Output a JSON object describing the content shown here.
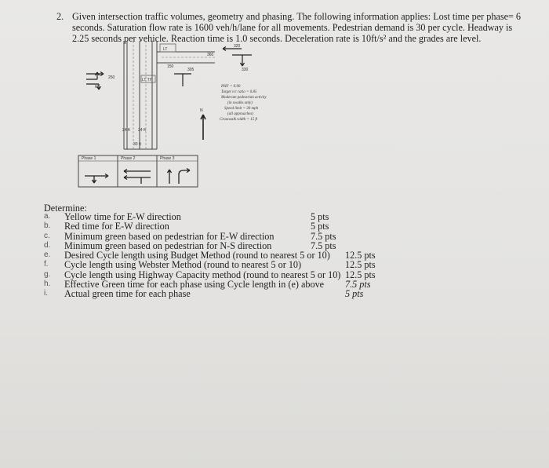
{
  "problem": {
    "number": "2.",
    "lines": [
      "Given intersection traffic volumes, geometry and phasing. The following information applies: Lost time per phase= 6",
      "seconds. Saturation flow rate is 1600 veh/h/lane for all movements. Pedestrian demand is 30 per cycle. Headway is",
      "2.25 seconds per vehicle. Reaction time is 1.0 seconds. Deceleration rate is 10ft/s² and the grades are level."
    ]
  },
  "figure": {
    "volumes": {
      "v320": "320",
      "v360": "360",
      "v150": "150",
      "v305": "305",
      "v330": "330",
      "v250": "250",
      "v60": "60"
    },
    "lane_labels": {
      "lt": "LT",
      "lt_th": "LT TH",
      "w24_a": "24 ft",
      "w24_b": "24 ft",
      "w30": "30 ft"
    },
    "notes": [
      "PHF = 0.90",
      "Target v/c ratio = 0.85",
      "Moderate pedestrian activity",
      "(in xwalks only)",
      "Speed limit = 30 mph",
      "(all approaches)",
      "Crosswalk width = 15 ft"
    ],
    "north": "N",
    "phases": [
      "Phase 1",
      "Phase 2",
      "Phase 3"
    ]
  },
  "determine_label": "Determine:",
  "items": [
    {
      "letter": "a.",
      "text": "Yellow time  for E-W direction",
      "pts": "5 pts"
    },
    {
      "letter": "b.",
      "text": "Red time  for E-W direction",
      "pts": "5 pts"
    },
    {
      "letter": "c.",
      "text": "Minimum green based on pedestrian for E-W direction",
      "pts": "7.5 pts"
    },
    {
      "letter": "d.",
      "text": "Minimum green based on pedestrian for N-S direction",
      "pts": "7.5 pts"
    },
    {
      "letter": "e.",
      "text": "Desired Cycle length using Budget Method (round to nearest 5 or 10)",
      "pts": "12.5 pts"
    },
    {
      "letter": "f.",
      "text": "Cycle length using Webster Method (round to nearest 5 or 10)",
      "pts": "12.5 pts"
    },
    {
      "letter": "g.",
      "text": "Cycle length using Highway Capacity method (round to nearest 5 or 10)",
      "pts": "12.5 pts"
    },
    {
      "letter": "h.",
      "text": "Effective Green time for each phase using Cycle length in (e) above",
      "pts": "7.5 pts"
    },
    {
      "letter": "i.",
      "text": "Actual green time for each phase",
      "pts": "5 pts"
    }
  ]
}
